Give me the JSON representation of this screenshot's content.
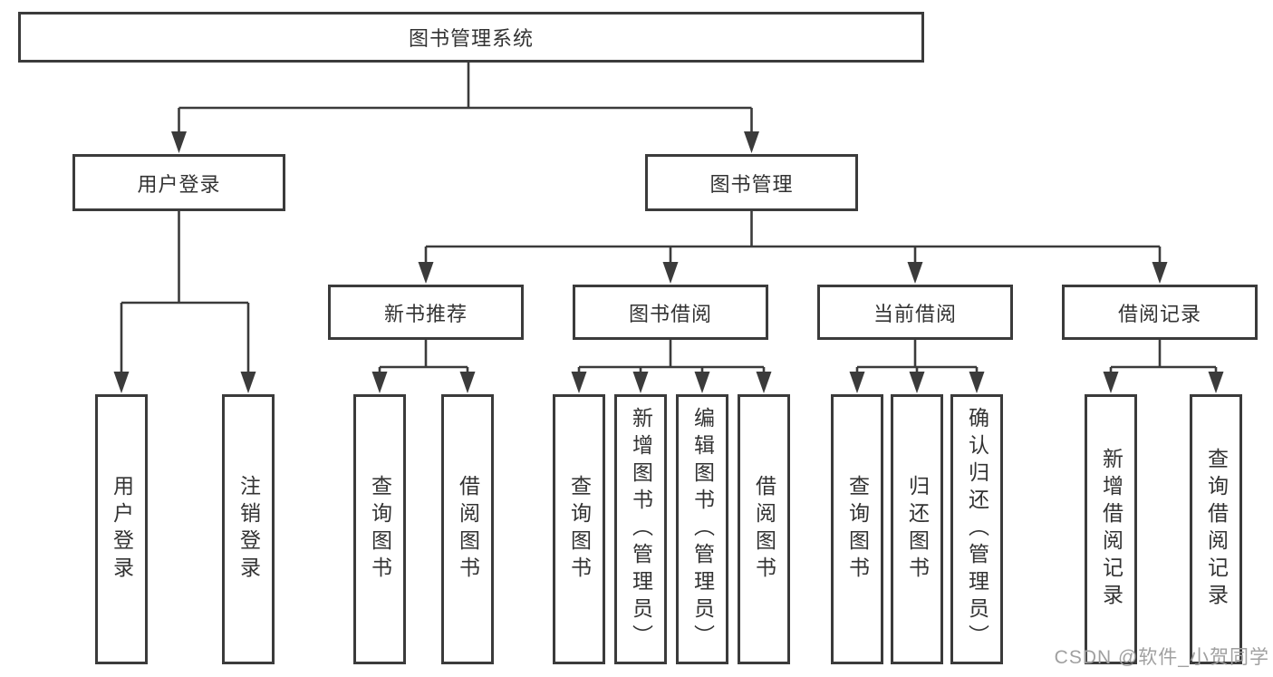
{
  "diagram": {
    "root": {
      "label": "图书管理系统"
    },
    "branches": [
      {
        "label": "用户登录",
        "children": [
          {
            "label": "用户登录"
          },
          {
            "label": "注销登录"
          }
        ]
      },
      {
        "label": "图书管理",
        "sections": [
          {
            "label": "新书推荐",
            "children": [
              {
                "label": "查询图书"
              },
              {
                "label": "借阅图书"
              }
            ]
          },
          {
            "label": "图书借阅",
            "children": [
              {
                "label": "查询图书"
              },
              {
                "label": "新增图书（管理员）"
              },
              {
                "label": "编辑图书（管理员）"
              },
              {
                "label": "借阅图书"
              }
            ]
          },
          {
            "label": "当前借阅",
            "children": [
              {
                "label": "查询图书"
              },
              {
                "label": "归还图书"
              },
              {
                "label": "确认归还（管理员）"
              }
            ]
          },
          {
            "label": "借阅记录",
            "children": [
              {
                "label": "新增借阅记录"
              },
              {
                "label": "查询借阅记录"
              }
            ]
          }
        ]
      }
    ]
  },
  "watermark": {
    "text": "CSDN @软件_小贺同学"
  },
  "colors": {
    "line": "#3b3b3b",
    "border": "#3b3b3b",
    "text": "#333333",
    "watermark": "#a0a0a0",
    "background": "#ffffff"
  }
}
